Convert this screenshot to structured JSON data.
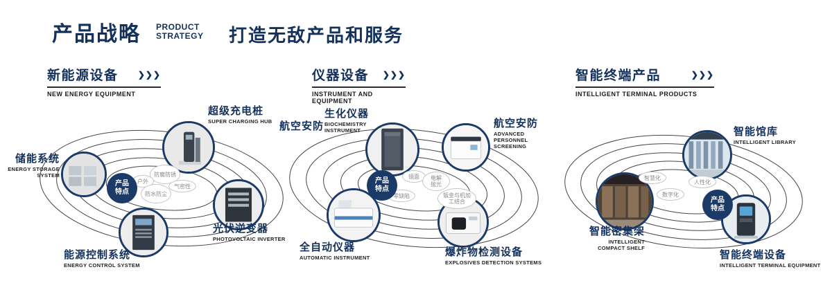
{
  "header": {
    "title": "产品战略",
    "subtitle_line1": "PRODUCT",
    "subtitle_line2": "STRATEGY",
    "slogan": "打造无敌产品和服务"
  },
  "ui": {
    "arrows": "❯❯❯"
  },
  "colors": {
    "navy": "#14315c",
    "orbit": "#454545",
    "pill_border": "#c6c6c6",
    "pill_text": "#8a8a8a"
  },
  "sections": [
    {
      "title": "新能源设备",
      "subtitle": "NEW ENERGY EQUIPMENT",
      "badge": "产品特点",
      "products": [
        {
          "name_cn": "超级充电桩",
          "name_en": "SUPER CHARGING HUB"
        },
        {
          "name_cn": "储能系统",
          "name_en": "ENERGY STORAGE SYSTEM"
        },
        {
          "name_cn": "光伏逆变器",
          "name_en": "PHOTOVOLTAIC INVERTER"
        },
        {
          "name_cn": "能源控制系统",
          "name_en": "ENERGY CONTROL SYSTEM"
        }
      ],
      "features": [
        "防腐防锈",
        "户外",
        "气密性",
        "防水防尘"
      ]
    },
    {
      "title": "仪器设备",
      "subtitle": "INSTRUMENT AND EQUIPMENT",
      "badge": "产品特点",
      "extra_label": "航空安防",
      "products": [
        {
          "name_cn": "生化仪器",
          "name_en": "BIOCHEMISTRY INSTRUMENT"
        },
        {
          "name_cn": "航空安防",
          "name_en": "ADVANCED PERSONNEL SCREENING"
        },
        {
          "name_cn": "全自动仪器",
          "name_en": "AUTOMATIC INSTRUMENT"
        },
        {
          "name_cn": "爆炸物检测设备",
          "name_en": "EXPLOSIVES DETECTION SYSTEMS"
        }
      ],
      "features": [
        "镜面",
        "电解抛光",
        "零缺陷",
        "钣金与机加工结合"
      ]
    },
    {
      "title": "智能终端产品",
      "subtitle": "INTELLIGENT TERMINAL PRODUCTS",
      "badge": "产品特点",
      "products": [
        {
          "name_cn": "智能馆库",
          "name_en": "INTELLIGENT LIBRARY"
        },
        {
          "name_cn": "智能密集架",
          "name_en": "INTELLIGENT COMPACT SHELF"
        },
        {
          "name_cn": "智能终端设备",
          "name_en": "INTELLIGENT TERMINAL EQUIPMENT"
        }
      ],
      "features": [
        "智慧化",
        "人性化",
        "数字化"
      ]
    }
  ]
}
